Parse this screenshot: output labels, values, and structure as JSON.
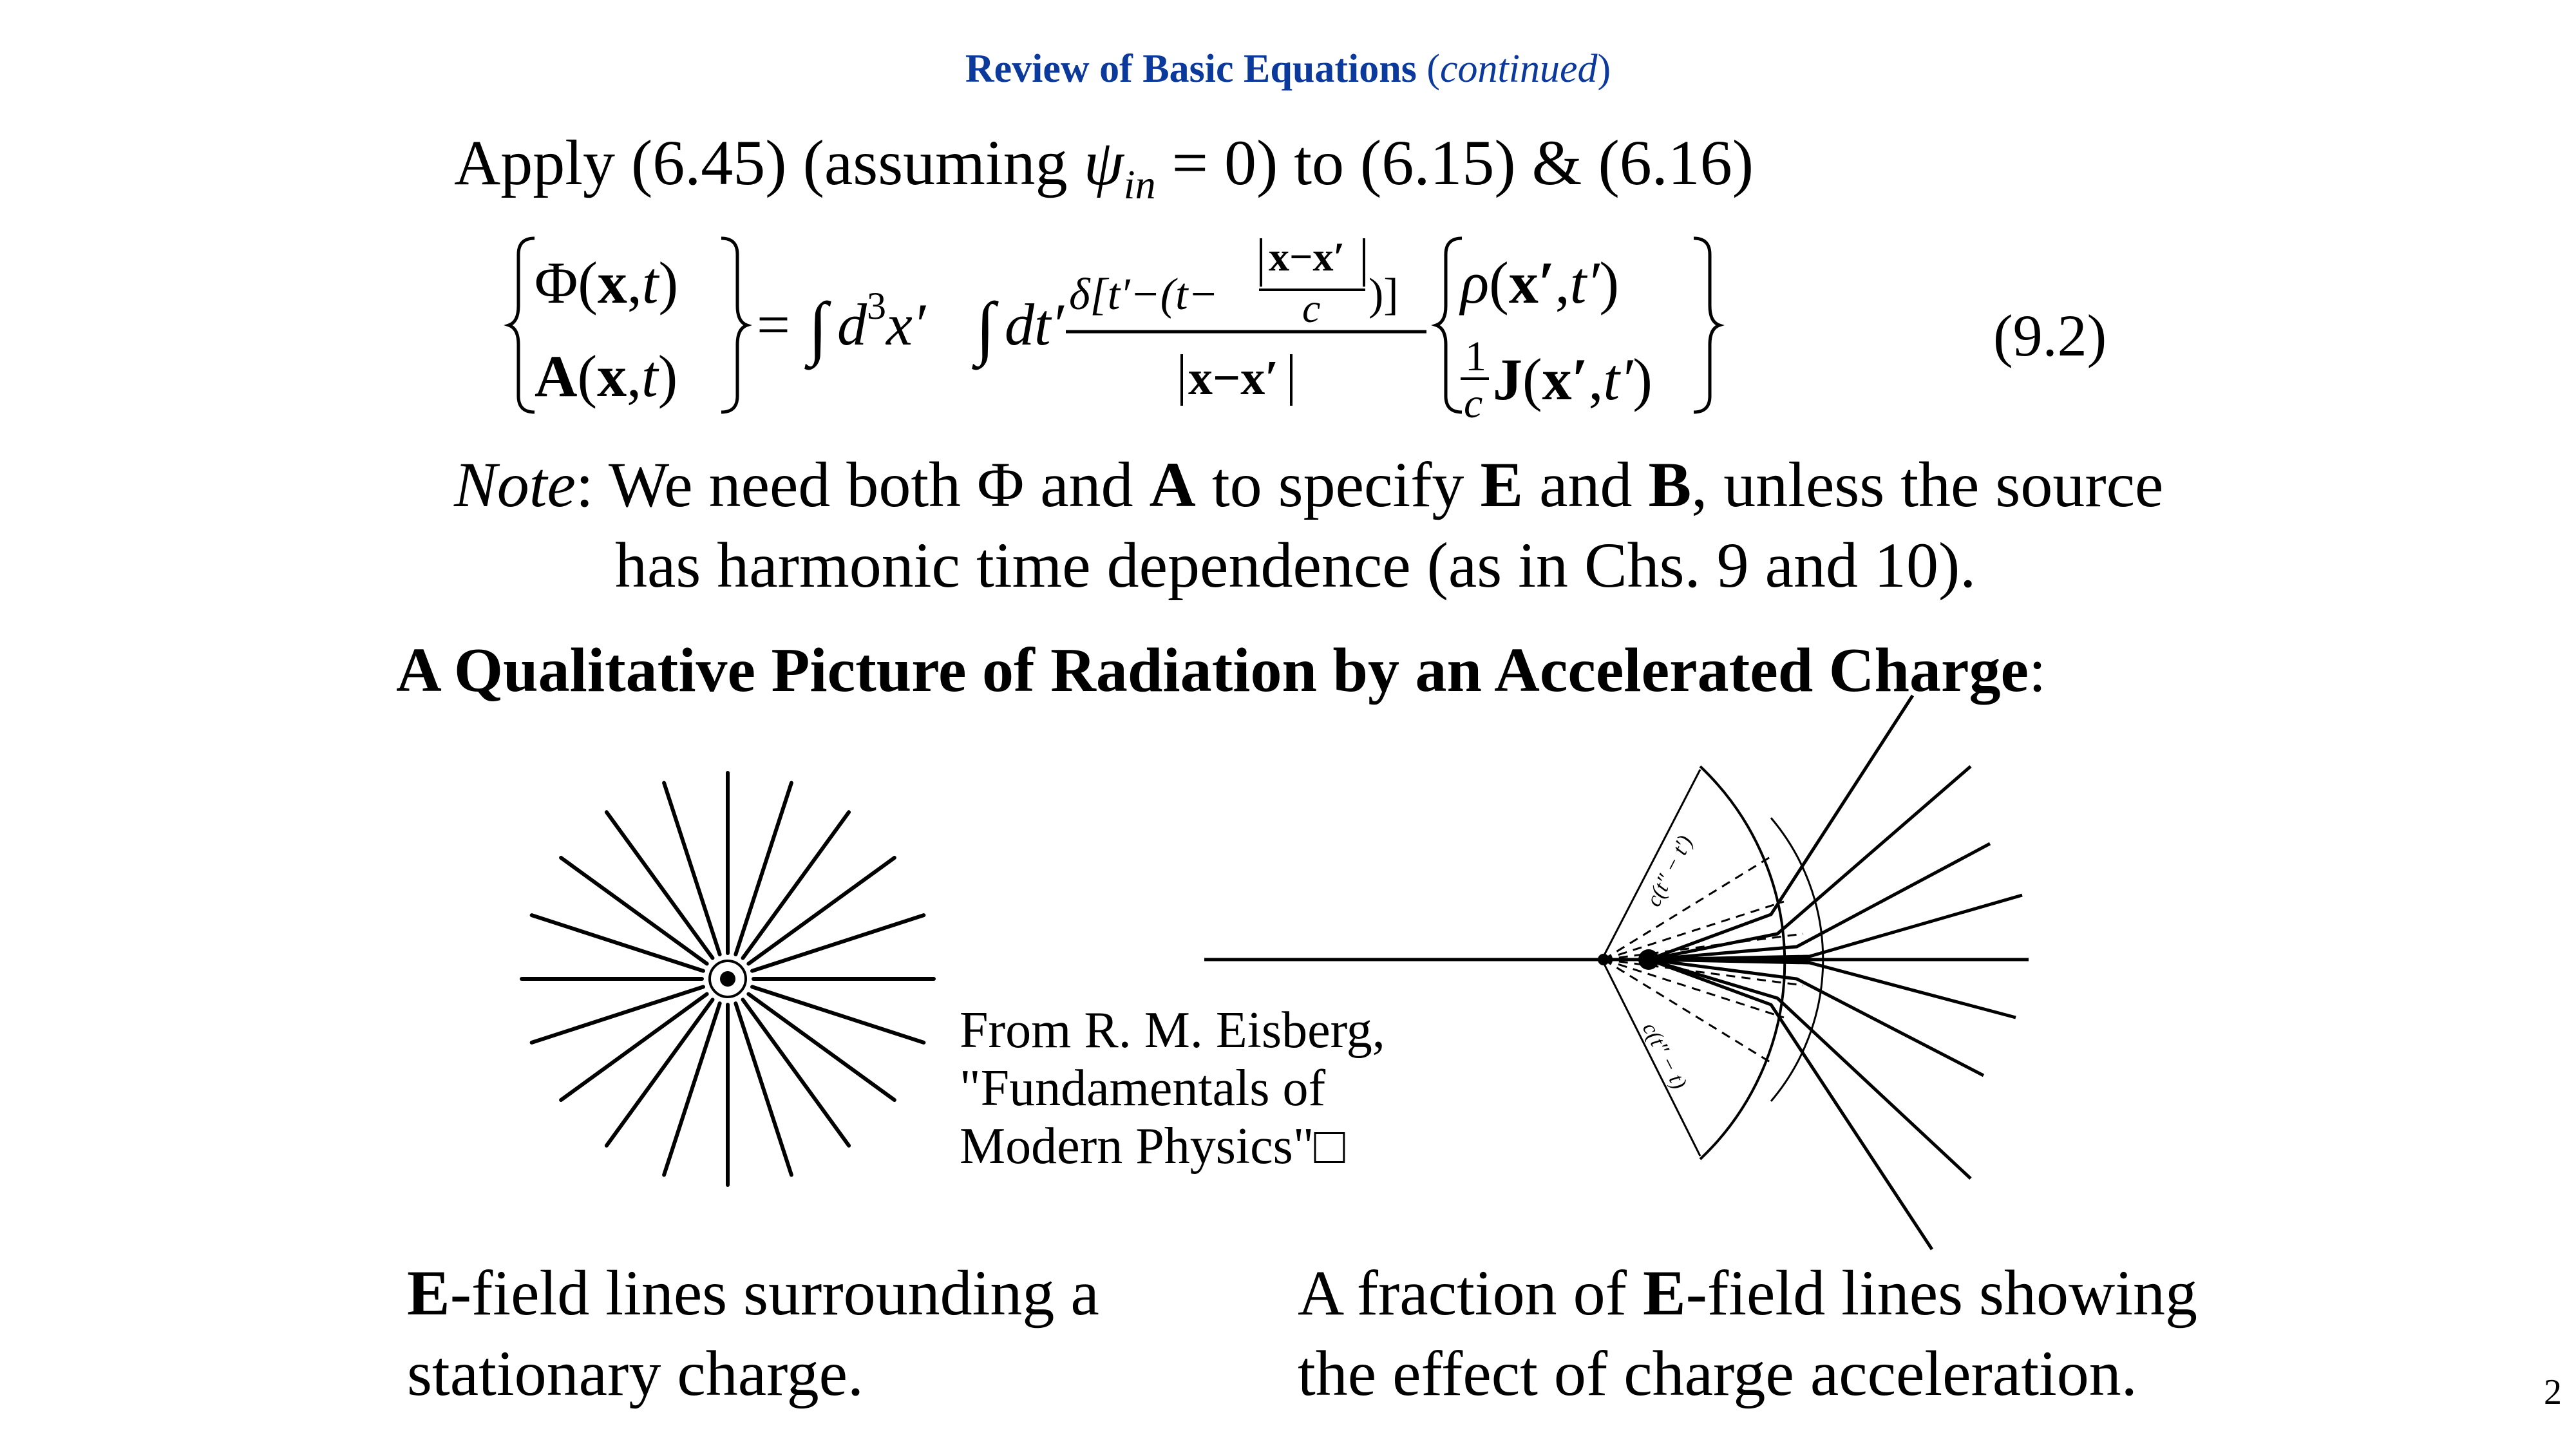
{
  "header": {
    "title_bold": "Review of Basic Equations",
    "title_paren_open": " (",
    "title_italic": "continued",
    "title_paren_close": ")"
  },
  "apply_line": {
    "prefix": "Apply (6.45) (assuming ",
    "psi": "ψ",
    "subscript": "in",
    "suffix": " = 0) to (6.15) & (6.16)"
  },
  "equation": {
    "number": "(9.2)",
    "phi": "Φ",
    "a_bold": "A",
    "x_bold": "x",
    "t": "t",
    "comma": ",",
    "equals": "=",
    "integral": "∫",
    "d3x": "d",
    "cube": "3",
    "xprime": "x′",
    "dtprime": "dt′",
    "delta_num": "δ[t′−(t−",
    "abs_diff": "x−x′",
    "over_c": "c",
    "close_num": ")]",
    "rho": "ρ",
    "xprime_arg": "x′",
    "tprime": "t′",
    "one": "1",
    "c": "c",
    "j_bold": "J"
  },
  "note": {
    "label": "Note",
    "line1_a": ": We need both Φ and ",
    "A": "A",
    "line1_b": " to specify ",
    "E": "E",
    "line1_c": " and ",
    "B": "B",
    "line1_d": ", unless the source",
    "line2": "has harmonic time dependence (as in Chs. 9 and 10)."
  },
  "section_title": {
    "bold": "A Qualitative Picture of Radiation by an Accelerated Charge",
    "colon": ":"
  },
  "credit": {
    "text": "From R. M. Eisberg,\n\"Fundamentals of\nModern Physics\"□"
  },
  "figure_right": {
    "label_top": "c(t″ − t′)",
    "label_bottom": "c(t″ − t)"
  },
  "caption_left": {
    "E": "E",
    "line1": "-field lines surrounding a",
    "line2": "stationary charge."
  },
  "caption_right": {
    "line1_a": "A fraction of ",
    "E": "E",
    "line1_b": "-field lines showing",
    "line2": "the effect of charge acceleration."
  },
  "page_number": "2",
  "colors": {
    "header": "#0b3a9c",
    "text": "#000000"
  }
}
